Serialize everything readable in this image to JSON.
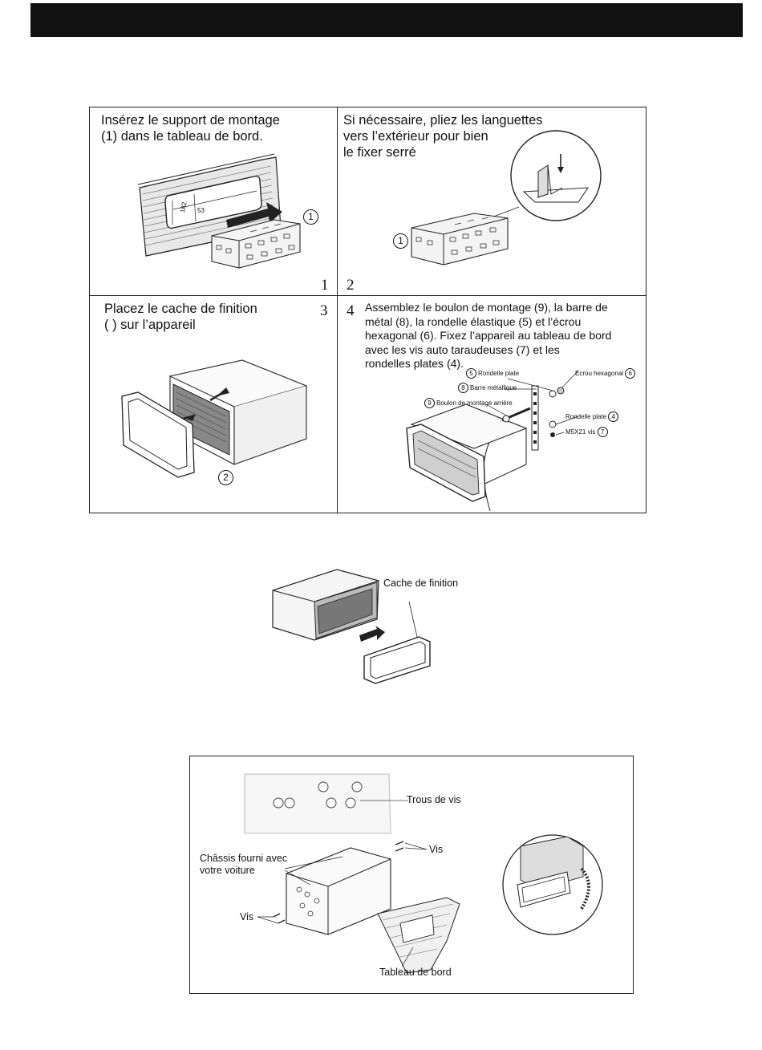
{
  "step1": {
    "text": "Insérez le support de montage\n(1) dans le tableau de bord.",
    "number": "1",
    "callout": "1",
    "dim_a": "182",
    "dim_b": "53"
  },
  "step2": {
    "text": "Si nécessaire, pliez les languettes\nvers l’extérieur pour bien\nle fixer serré",
    "number": "2",
    "callout": "1"
  },
  "step3": {
    "text": "Placez le cache de finition\n(  ) sur l’appareil",
    "number": "3",
    "callout": "2"
  },
  "step4": {
    "text": "Assemblez le boulon de montage (9), la barre de\nmétal (8), la rondelle élastique (5) et l’écrou\nhexagonal (6). Fixez l’appareil au tableau de bord\navec les vis auto taraudeuses (7) et les\nrondelles plates (4).",
    "number": "4",
    "labels": {
      "rondelle_plate_5": "Rondelle plate",
      "n5": "5",
      "ecrou": "Ecrou hexagonal",
      "n6": "6",
      "barre": "Barre métallique",
      "n8": "8",
      "boulon": "Boulon de montage arrière",
      "n9": "9",
      "rondelle_plate_4": "Rondelle plate",
      "n4": "4",
      "vis": "M5X21 vis",
      "n7": "7"
    }
  },
  "removal": {
    "label": "Cache de finition"
  },
  "bottom": {
    "trous": "Trous de vis",
    "vis_top": "Vis",
    "chassis": "Châssis fourni avec\nvotre voiture",
    "vis_left": "Vis",
    "tableau": "Tableau de bord"
  }
}
